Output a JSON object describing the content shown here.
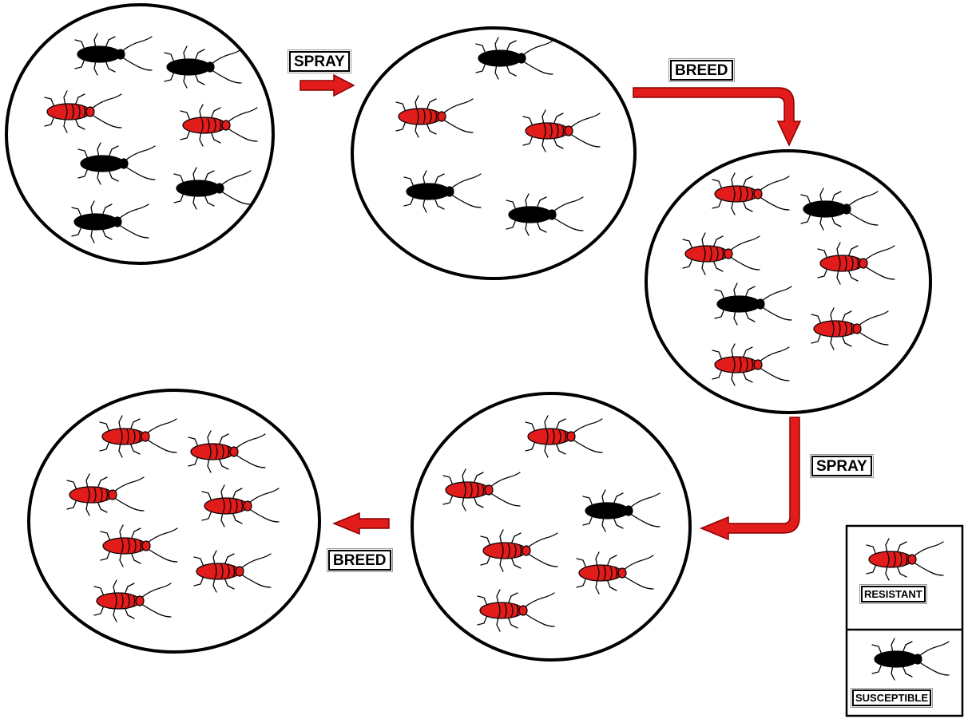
{
  "colors": {
    "resistant": "#e21b1b",
    "susceptible": "#000000",
    "arrow": "#e21b1b"
  },
  "arrows": {
    "spray_1": "SPRAY",
    "breed_1": "BREED",
    "spray_2": "SPRAY",
    "breed_2": "BREED"
  },
  "stages": [
    {
      "name": "initial-population",
      "resistant": 2,
      "susceptible": 5
    },
    {
      "name": "after-first-spray",
      "resistant": 2,
      "susceptible": 3
    },
    {
      "name": "after-first-breed",
      "resistant": 5,
      "susceptible": 2
    },
    {
      "name": "after-second-spray",
      "resistant": 5,
      "susceptible": 1
    },
    {
      "name": "after-second-breed",
      "resistant": 7,
      "susceptible": 0
    }
  ],
  "legend": {
    "resistant_label": "RESISTANT",
    "susceptible_label": "SUSCEPTIBLE"
  }
}
